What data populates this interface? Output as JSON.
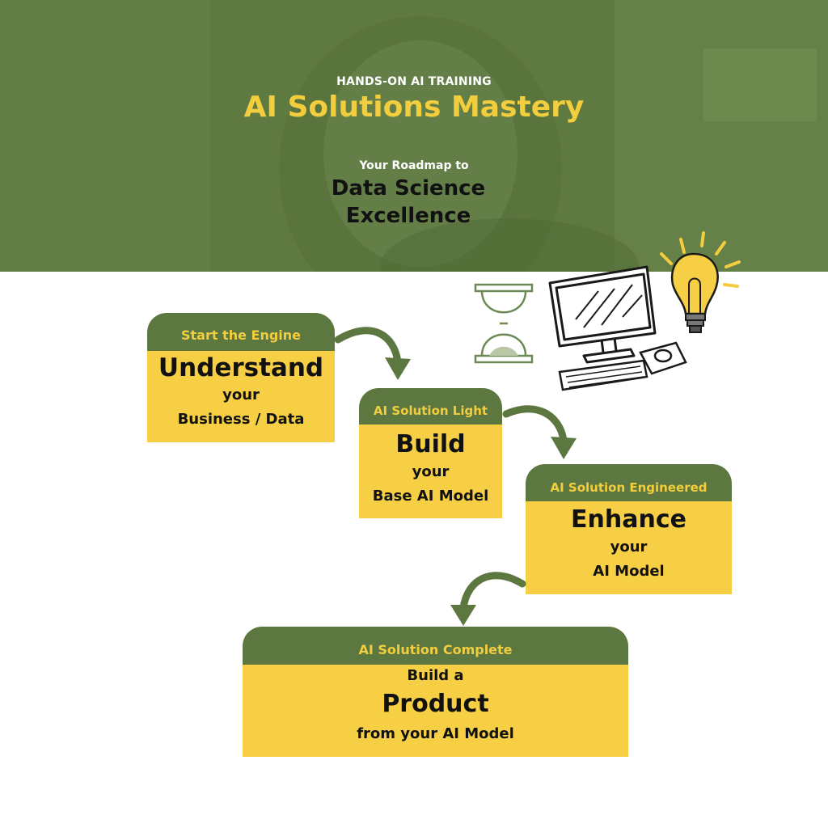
{
  "header": {
    "eyebrow": "HANDS-ON AI TRAINING",
    "title": "AI Solutions Mastery",
    "roadmap_intro": "Your Roadmap to",
    "headline_line1": "Data Science",
    "headline_line2": "Excellence"
  },
  "colors": {
    "green": "#5d7741",
    "yellow": "#f7cf45",
    "title_yellow": "#f2cd3d"
  },
  "steps": [
    {
      "stage": "Start the Engine",
      "verb": "Understand",
      "line1": "your",
      "line2": "Business / Data"
    },
    {
      "stage": "AI Solution Light",
      "verb": "Build",
      "line1": "your",
      "line2": "Base AI Model"
    },
    {
      "stage": "AI Solution Engineered",
      "verb": "Enhance",
      "line1": "your",
      "line2": "AI Model"
    },
    {
      "stage": "AI Solution Complete",
      "line0": "Build a",
      "verb": "Product",
      "line1": "from your AI Model"
    }
  ],
  "icons": [
    "hourglass-icon",
    "computer-icon",
    "keyboard-icon",
    "mouse-icon",
    "lightbulb-icon"
  ]
}
